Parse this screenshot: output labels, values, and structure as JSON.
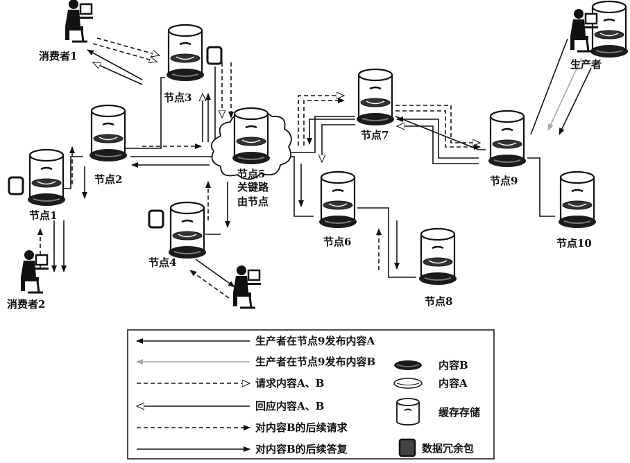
{
  "nodes": {
    "node1": "节点1",
    "node2": "节点2",
    "node3": "节点3",
    "node4": "节点4",
    "node5": "节点5",
    "node6": "节点6",
    "node7": "节点7",
    "node8": "节点8",
    "node9": "节点9",
    "node10": "节点10"
  },
  "key_router_label_line1": "关键路",
  "key_router_label_line2": "由节点",
  "actors": {
    "consumer1": "消费者1",
    "consumer2": "消费者2",
    "producer": "生产者"
  },
  "legend": {
    "line_items": [
      "生产者在节点9发布内容A",
      "生产者在节点9发布内容B",
      "请求内容A、B",
      "回应内容A、B",
      "对内容B的后续请求",
      "对内容B的后续答复"
    ],
    "icon_items": [
      "内容B",
      "内容A",
      "缓存存储",
      "数据冗余包"
    ]
  },
  "colors": {
    "line": "#111111",
    "producer_content_b": "#a8a8a8"
  }
}
